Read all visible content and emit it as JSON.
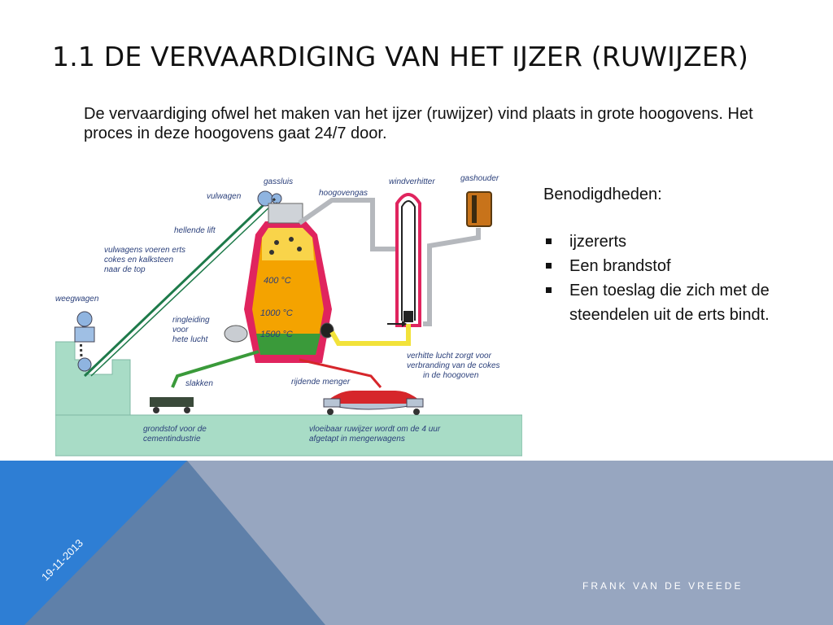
{
  "slide": {
    "title": "1.1 DE VERVAARDIGING VAN HET IJZER (RUWIJZER)",
    "intro": "De vervaardiging ofwel het maken van het ijzer (ruwijzer) vind plaats  in grote hoogovens. Het proces in deze hoogovens gaat 24/7 door."
  },
  "diagram": {
    "labels": {
      "gassluis": "gassluis",
      "vulwagen": "vulwagen",
      "hoogovengas": "hoogovengas",
      "windverhitter": "windverhitter",
      "gashouder": "gashouder",
      "hellende_lift": "hellende lift",
      "vulwagens_1": "vulwagens voeren erts",
      "vulwagens_2": "cokes en kalksteen",
      "vulwagens_3": "naar de top",
      "weegwagen": "weegwagen",
      "temp_400": "400 °C",
      "temp_1000": "1000 °C",
      "temp_1500": "1500 °C",
      "ringleiding_1": "ringleiding",
      "ringleiding_2": "voor",
      "ringleiding_3": "hete lucht",
      "verhitte_1": "verhitte lucht zorgt voor",
      "verhitte_2": "verbranding van de cokes",
      "verhitte_3": "in de hoogoven",
      "slakken": "slakken",
      "rijdende_menger": "rijdende menger",
      "grondstof_1": "grondstof voor de",
      "grondstof_2": "cementindustrie",
      "vloeibaar_1": "vloeibaar ruwijzer wordt om de 4 uur",
      "vloeibaar_2": "afgetapt in mengerwagens"
    },
    "colors": {
      "ground": "#a8dcc6",
      "furnace_shell": "#e0245e",
      "furnace_hot": "#f4a300",
      "slag_green": "#3a9a3a",
      "pipe_grey": "#b5b8bd",
      "pipe_yellow": "#f2e23a",
      "label_blue": "#2a3f7a"
    }
  },
  "requirements": {
    "title": "Benodigdheden:",
    "items": [
      "ijzererts",
      "Een brandstof",
      "Een toeslag die zich met de steendelen uit de erts bindt."
    ]
  },
  "footer": {
    "date": "19-11-2013",
    "author": "FRANK VAN DE VREEDE",
    "colors": {
      "band": "#97a6c0",
      "blue": "#2e7ed4",
      "steel": "#5f80a9"
    }
  }
}
